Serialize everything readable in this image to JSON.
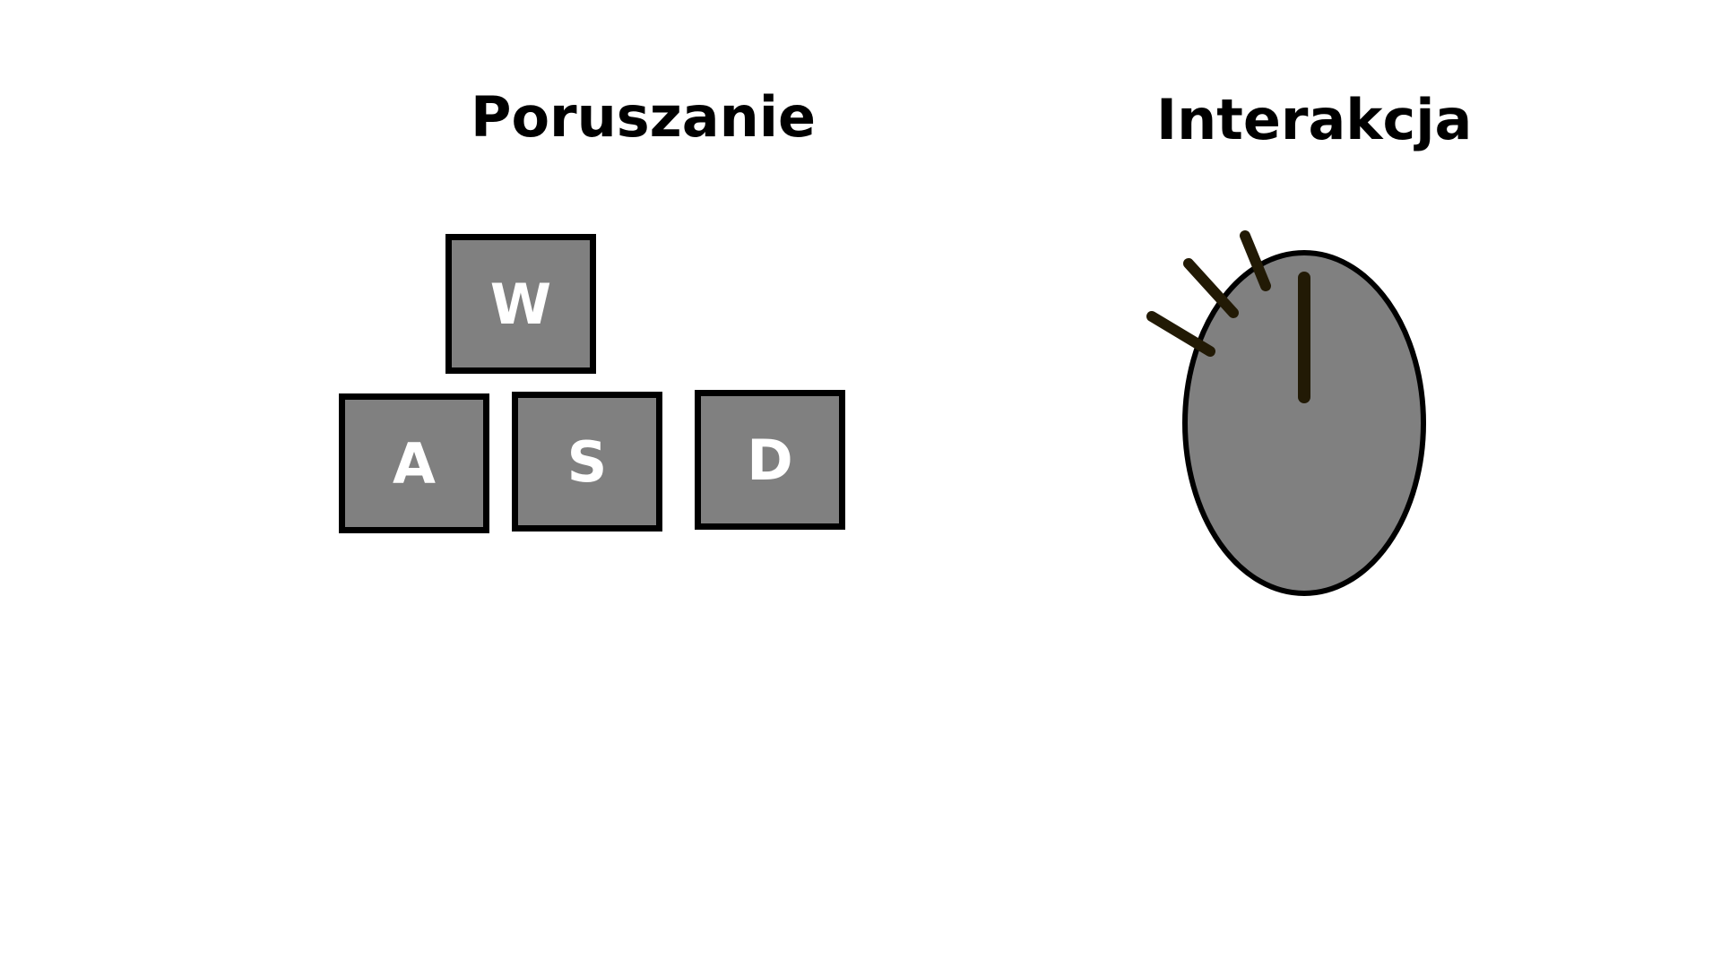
{
  "sections": {
    "movement": {
      "title": "Poruszanie",
      "keys": {
        "up": "W",
        "left": "A",
        "down": "S",
        "right": "D"
      }
    },
    "interaction": {
      "title": "Interakcja",
      "icon": "mouse-click-icon"
    }
  },
  "colors": {
    "key_fill": "#808080",
    "key_border": "#000000",
    "key_text": "#ffffff",
    "mouse_fill": "#808080",
    "mouse_line": "#221a05",
    "heading_text": "#000000",
    "background": "#ffffff"
  }
}
